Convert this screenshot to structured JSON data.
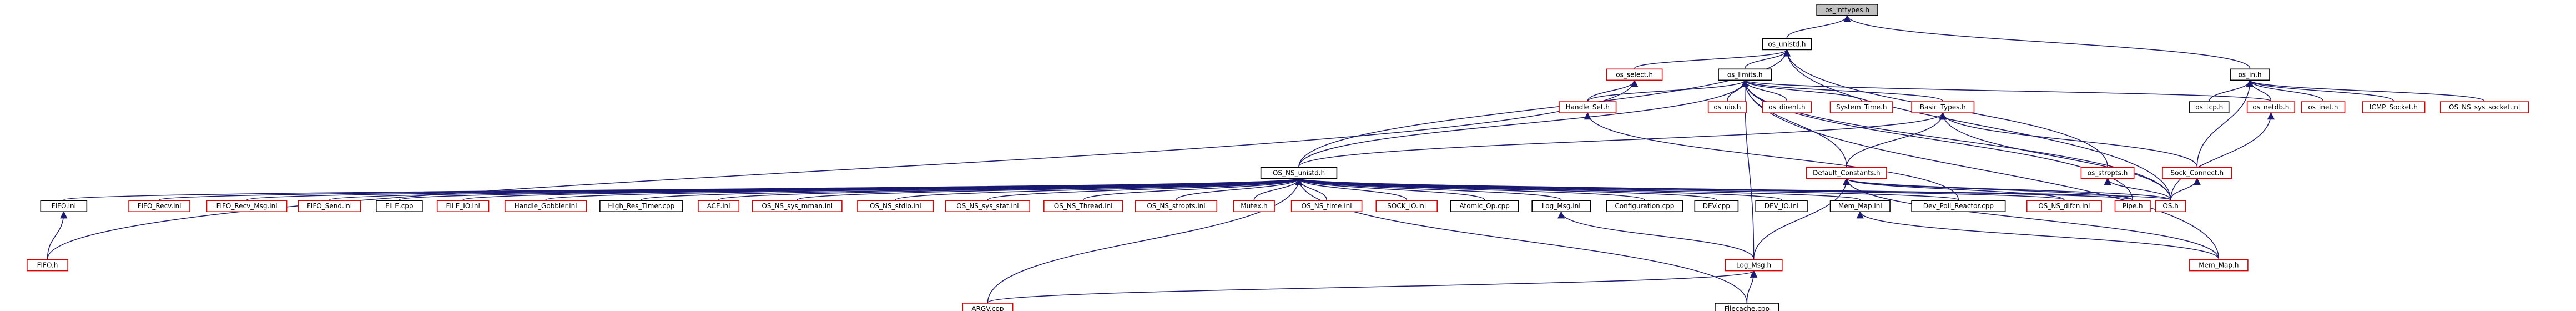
{
  "graph": {
    "title": "os_inttypes.h",
    "colors": {
      "edge": "#191970",
      "documented_border": "#000000",
      "undocumented_border": "#e00000",
      "root_fill": "#c0c0c0"
    },
    "nodes": [
      {
        "id": "os_inttypes",
        "label": "os_inttypes.h",
        "style": "root"
      },
      {
        "id": "os_unistd",
        "label": "os_unistd.h",
        "style": "black"
      },
      {
        "id": "os_in",
        "label": "os_in.h",
        "style": "black"
      },
      {
        "id": "os_select",
        "label": "os_select.h",
        "style": "red"
      },
      {
        "id": "os_limits",
        "label": "os_limits.h",
        "style": "black"
      },
      {
        "id": "os_tcp",
        "label": "os_tcp.h",
        "style": "black"
      },
      {
        "id": "os_netdb",
        "label": "os_netdb.h",
        "style": "red"
      },
      {
        "id": "os_inet",
        "label": "os_inet.h",
        "style": "red"
      },
      {
        "id": "icmp_socket",
        "label": "ICMP_Socket.h",
        "style": "red"
      },
      {
        "id": "os_ns_sys_socket",
        "label": "OS_NS_sys_socket.inl",
        "style": "red"
      },
      {
        "id": "handle_set",
        "label": "Handle_Set.h",
        "style": "red"
      },
      {
        "id": "os_uio",
        "label": "os_uio.h",
        "style": "red"
      },
      {
        "id": "os_dirent",
        "label": "os_dirent.h",
        "style": "red"
      },
      {
        "id": "system_time",
        "label": "System_Time.h",
        "style": "red"
      },
      {
        "id": "basic_types",
        "label": "Basic_Types.h",
        "style": "red"
      },
      {
        "id": "default_constants",
        "label": "Default_Constants.h",
        "style": "red"
      },
      {
        "id": "os_stropts",
        "label": "os_stropts.h",
        "style": "red"
      },
      {
        "id": "sock_connect",
        "label": "Sock_Connect.h",
        "style": "red"
      },
      {
        "id": "os_ns_unistd",
        "label": "OS_NS_unistd.h",
        "style": "black"
      },
      {
        "id": "fifo_inl",
        "label": "FIFO.inl",
        "style": "black"
      },
      {
        "id": "fifo_recv_inl",
        "label": "FIFO_Recv.inl",
        "style": "red"
      },
      {
        "id": "fifo_recv_msg_inl",
        "label": "FIFO_Recv_Msg.inl",
        "style": "red"
      },
      {
        "id": "fifo_send_inl",
        "label": "FIFO_Send.inl",
        "style": "red"
      },
      {
        "id": "file_cpp",
        "label": "FILE.cpp",
        "style": "black"
      },
      {
        "id": "file_io_inl",
        "label": "FILE_IO.inl",
        "style": "red"
      },
      {
        "id": "handle_gobbler",
        "label": "Handle_Gobbler.inl",
        "style": "red"
      },
      {
        "id": "high_res_timer",
        "label": "High_Res_Timer.cpp",
        "style": "black"
      },
      {
        "id": "ace_inl",
        "label": "ACE.inl",
        "style": "red"
      },
      {
        "id": "os_ns_sys_mman",
        "label": "OS_NS_sys_mman.inl",
        "style": "red"
      },
      {
        "id": "os_ns_stdio",
        "label": "OS_NS_stdio.inl",
        "style": "red"
      },
      {
        "id": "os_ns_sys_stat",
        "label": "OS_NS_sys_stat.inl",
        "style": "red"
      },
      {
        "id": "os_ns_thread",
        "label": "OS_NS_Thread.inl",
        "style": "red"
      },
      {
        "id": "os_ns_stropts",
        "label": "OS_NS_stropts.inl",
        "style": "red"
      },
      {
        "id": "mutex_h",
        "label": "Mutex.h",
        "style": "red"
      },
      {
        "id": "os_ns_time",
        "label": "OS_NS_time.inl",
        "style": "red"
      },
      {
        "id": "sock_io_inl",
        "label": "SOCK_IO.inl",
        "style": "red"
      },
      {
        "id": "atomic_op",
        "label": "Atomic_Op.cpp",
        "style": "black"
      },
      {
        "id": "log_msg_inl",
        "label": "Log_Msg.inl",
        "style": "black"
      },
      {
        "id": "configuration",
        "label": "Configuration.cpp",
        "style": "black"
      },
      {
        "id": "dev_cpp",
        "label": "DEV.cpp",
        "style": "black"
      },
      {
        "id": "dev_io_inl",
        "label": "DEV_IO.inl",
        "style": "black"
      },
      {
        "id": "mem_map_inl",
        "label": "Mem_Map.inl",
        "style": "black"
      },
      {
        "id": "dev_poll_reactor",
        "label": "Dev_Poll_Reactor.cpp",
        "style": "black"
      },
      {
        "id": "os_ns_dlfcn",
        "label": "OS_NS_dlfcn.inl",
        "style": "red"
      },
      {
        "id": "pipe_h",
        "label": "Pipe.h",
        "style": "red"
      },
      {
        "id": "os_h",
        "label": "OS.h",
        "style": "red"
      },
      {
        "id": "mem_map_h",
        "label": "Mem_Map.h",
        "style": "red"
      },
      {
        "id": "fifo_h",
        "label": "FIFO.h",
        "style": "red"
      },
      {
        "id": "log_msg_h",
        "label": "Log_Msg.h",
        "style": "red"
      },
      {
        "id": "argv_cpp",
        "label": "ARGV.cpp",
        "style": "red"
      },
      {
        "id": "filecache_cpp",
        "label": "Filecache.cpp",
        "style": "black"
      }
    ]
  }
}
